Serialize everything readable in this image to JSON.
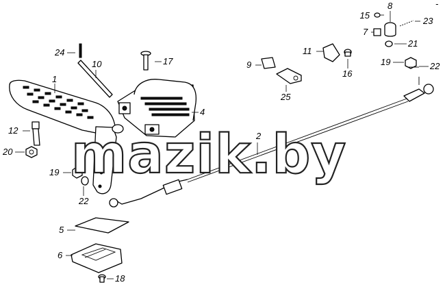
{
  "watermark": "mazik.by",
  "corner_mark": "-",
  "labels": {
    "p1": "1",
    "p2": "2",
    "p4": "4",
    "p5": "5",
    "p6": "6",
    "p7": "7",
    "p8": "8",
    "p9": "9",
    "p10": "10",
    "p11": "11",
    "p12": "12",
    "p15": "15",
    "p16": "16",
    "p17": "17",
    "p18": "18",
    "p19a": "19",
    "p19b": "19",
    "p20": "20",
    "p21": "21",
    "p22a": "22",
    "p22b": "22",
    "p23": "23",
    "p24": "24",
    "p25": "25"
  }
}
